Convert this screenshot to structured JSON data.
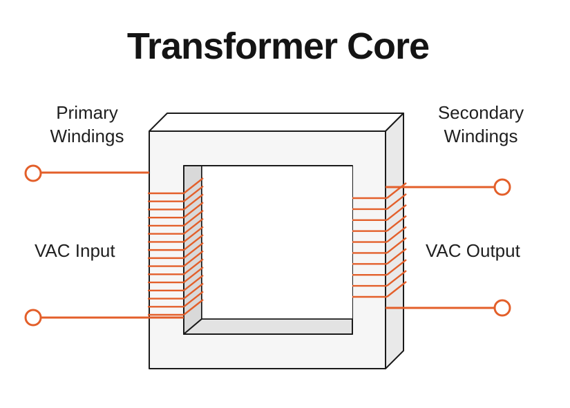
{
  "title": "Transformer Core",
  "labels": {
    "primary_line1": "Primary",
    "primary_line2": "Windings",
    "secondary_line1": "Secondary",
    "secondary_line2": "Windings",
    "vac_input": "VAC Input",
    "vac_output": "VAC Output"
  },
  "colors": {
    "wire": "#e35f2a",
    "core_front": "#f6f6f6",
    "core_top": "#ffffff",
    "core_side": "#e9e9e9",
    "inner_shade": "#d9d9d9",
    "outline": "#1a1a1a"
  },
  "windings": {
    "primary_turns": 16,
    "secondary_turns": 10
  }
}
